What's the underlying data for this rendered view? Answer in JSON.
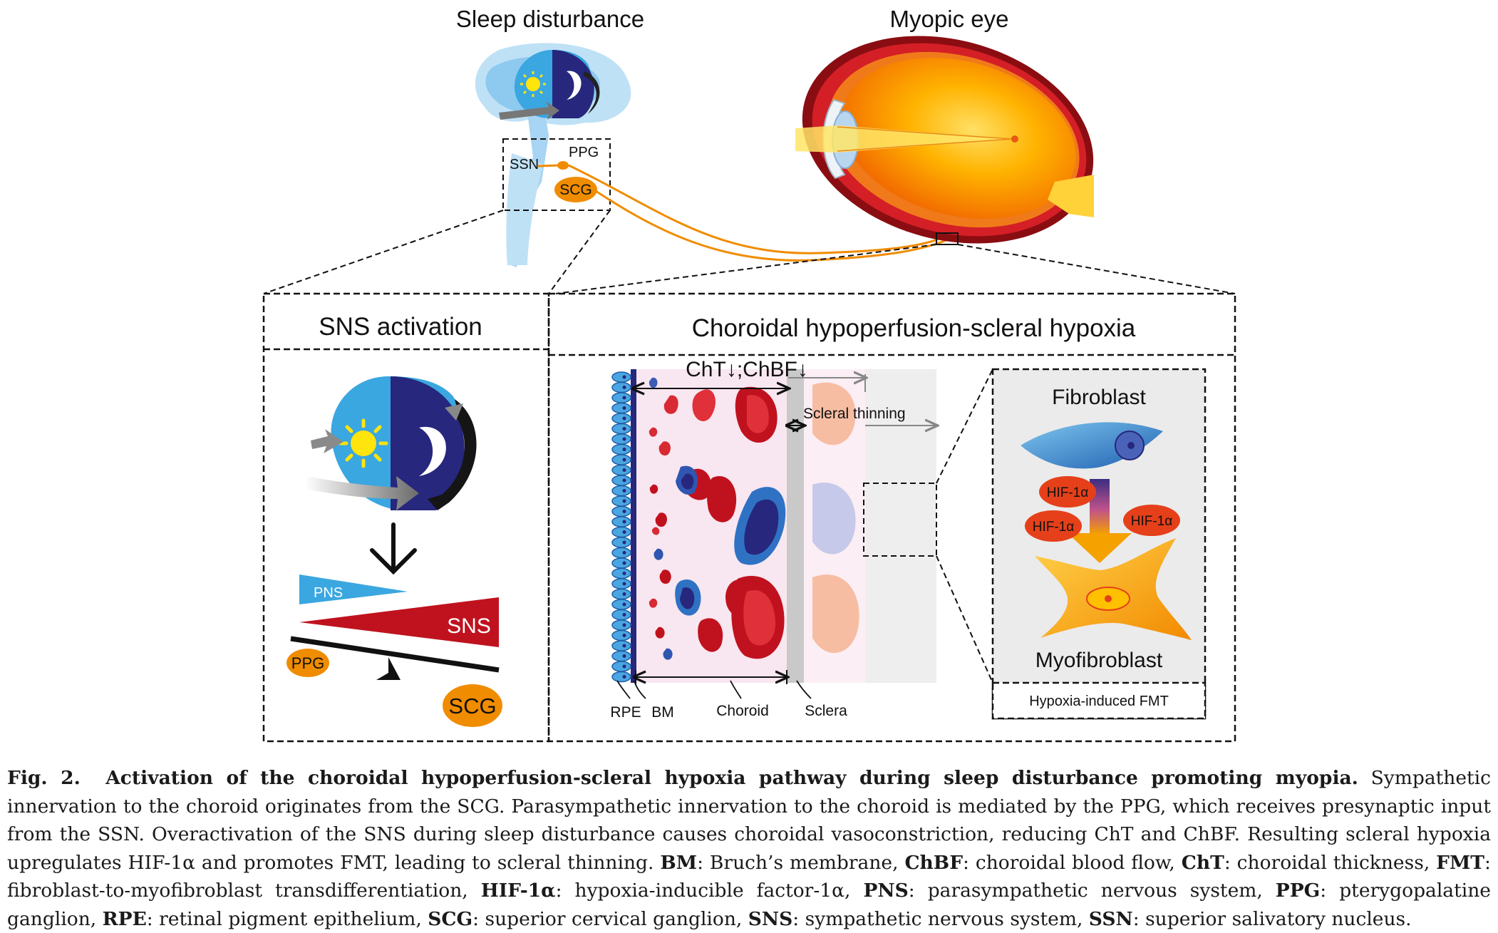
{
  "top": {
    "sleep_title": "Sleep disturbance",
    "eye_title": "Myopic eye",
    "ssn": "SSN",
    "ppg": "PPG",
    "scg": "SCG"
  },
  "sns_panel": {
    "title": "SNS activation",
    "pns": "PNS",
    "sns": "SNS",
    "ppg": "PPG",
    "scg": "SCG"
  },
  "choroid_panel": {
    "title": "Choroidal hypoperfusion-scleral hypoxia",
    "cht_chbf": "ChT↓;ChBF↓",
    "scleral_thinning": "Scleral thinning",
    "rpe": "RPE",
    "bm": "BM",
    "choroid": "Choroid",
    "sclera": "Sclera"
  },
  "fmt_panel": {
    "fibroblast": "Fibroblast",
    "hif": "HIF-1α",
    "myofibroblast": "Myofibroblast",
    "footer": "Hypoxia-induced FMT"
  },
  "caption": {
    "fig_label": "Fig. 2.",
    "title": "Activation of the choroidal hypoperfusion-scleral hypoxia pathway during sleep disturbance promoting myopia.",
    "body": "Sympathetic innervation to the choroid originates from the SCG. Parasympathetic innervation to the choroid is mediated by the PPG, which receives presynaptic input from the SSN. Overactivation of the SNS during sleep disturbance causes choroidal vasoconstriction, reducing ChT and ChBF. Resulting scleral hypoxia upregulates HIF-1α and promotes FMT, leading to scleral thinning.",
    "abbreviations": [
      {
        "abbr": "BM",
        "def": "Bruch’s membrane"
      },
      {
        "abbr": "ChBF",
        "def": "choroidal blood flow"
      },
      {
        "abbr": "ChT",
        "def": "choroidal thickness"
      },
      {
        "abbr": "FMT",
        "def": "fibroblast-to-myofibroblast transdifferentiation"
      },
      {
        "abbr": "HIF-1α",
        "def": "hypoxia-inducible factor-1α"
      },
      {
        "abbr": "PNS",
        "def": "parasympathetic nervous system"
      },
      {
        "abbr": "PPG",
        "def": "pterygopalatine ganglion"
      },
      {
        "abbr": "RPE",
        "def": "retinal pigment epithelium"
      },
      {
        "abbr": "SCG",
        "def": "superior cervical ganglion"
      },
      {
        "abbr": "SNS",
        "def": "sympathetic nervous system"
      },
      {
        "abbr": "SSN",
        "def": "superior salivatory nucleus"
      }
    ]
  },
  "colors": {
    "light_blue": "#3aa7e0",
    "navy": "#26277d",
    "red": "#c0121e",
    "orange": "#f08c00",
    "hif_red": "#e5401a",
    "yellow": "#ffe40d"
  }
}
